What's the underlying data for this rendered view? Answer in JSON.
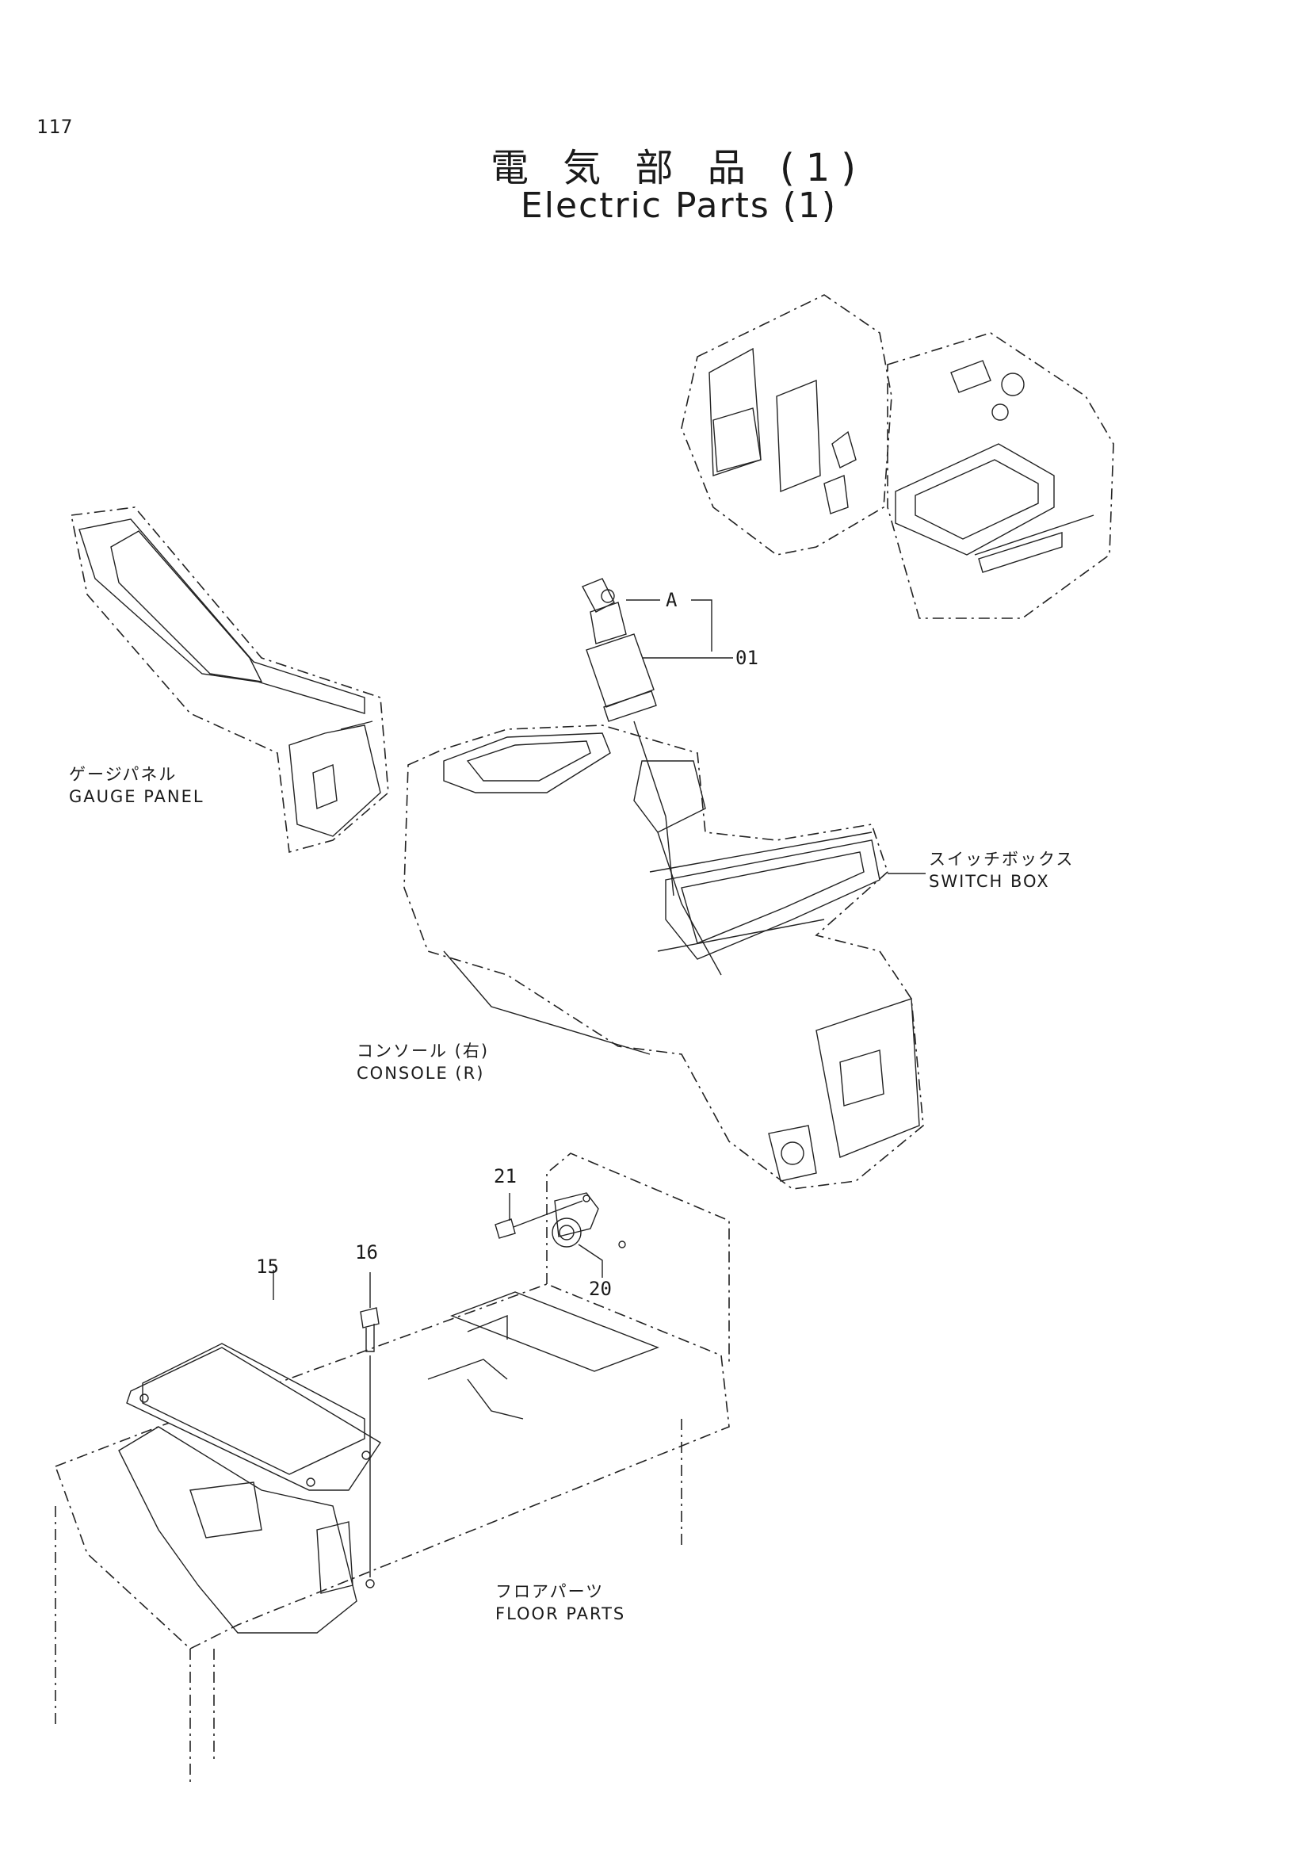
{
  "page_number": "117",
  "title_jp": "電 気 部 品 (1)",
  "title_en": "Electric Parts (1)",
  "callouts": {
    "gauge_panel_jp": "ゲージパネル",
    "gauge_panel_en": "GAUGE PANEL",
    "switch_box_jp": "スイッチボックス",
    "switch_box_en": "SWITCH BOX",
    "console_jp": "コンソール (右)",
    "console_en": "CONSOLE (R)",
    "floor_parts_jp": "フロアパーツ",
    "floor_parts_en": "FLOOR PARTS"
  },
  "part_numbers": {
    "p01": "01",
    "pA": "A",
    "p15": "15",
    "p16": "16",
    "p20": "20",
    "p21": "21"
  }
}
